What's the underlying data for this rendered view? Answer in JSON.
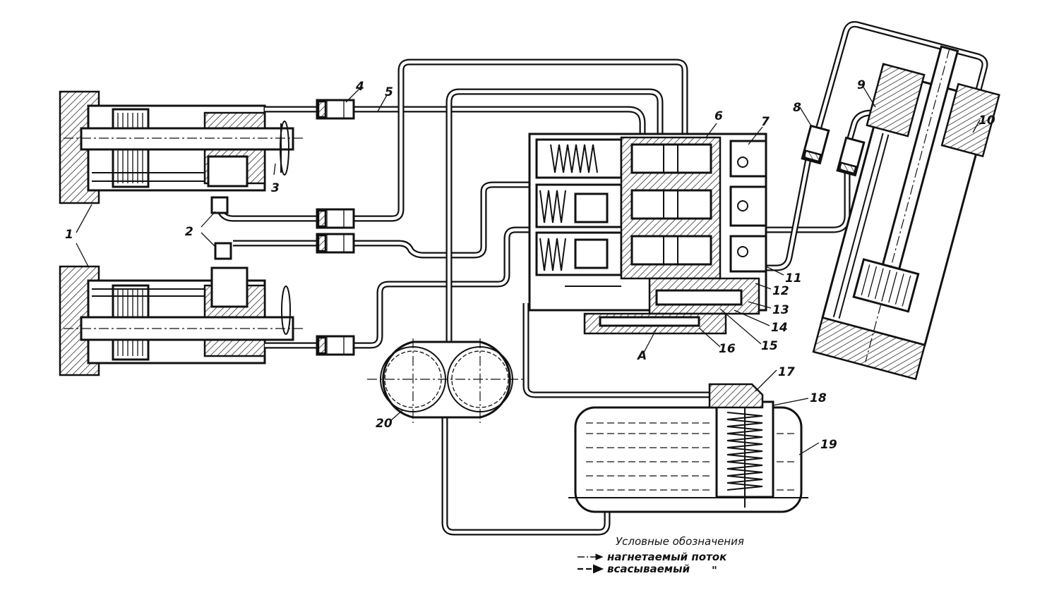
{
  "callouts": {
    "n1": "1",
    "n2": "2",
    "n3": "3",
    "n4": "4",
    "n5": "5",
    "n6": "6",
    "n7": "7",
    "n8": "8",
    "n9": "9",
    "n10": "10",
    "n11": "11",
    "n12": "12",
    "n13": "13",
    "n14": "14",
    "n15": "15",
    "n16": "16",
    "n17": "17",
    "n18": "18",
    "n19": "19",
    "n20": "20",
    "a": "A"
  },
  "legend": {
    "title": "Условные обозначения",
    "pressure_flow": "нагнетаемый поток",
    "suction_flow": "всасываемый",
    "ditto": "\""
  },
  "colors": {
    "ink": "#111111",
    "paper": "#ffffff"
  }
}
